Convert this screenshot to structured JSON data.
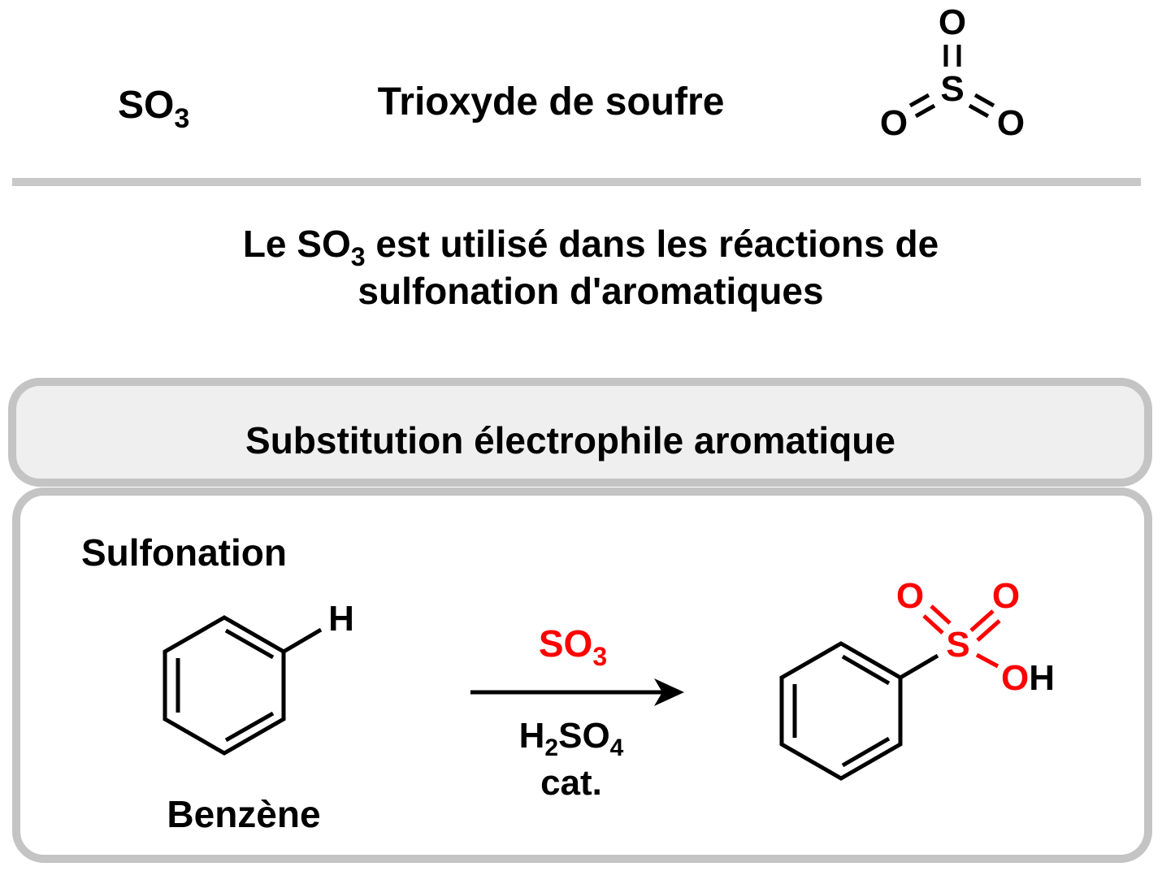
{
  "header": {
    "formula": {
      "main": "SO",
      "sub": "3"
    },
    "name": "Trioxyde de soufre",
    "structure_atoms": {
      "sulfur": "S",
      "oxygen": "O"
    }
  },
  "description": {
    "line1_a": "Le SO",
    "line1_sub": "3",
    "line1_b": " est utilisé dans les réactions de",
    "line2": "sulfonation d'aromatiques"
  },
  "panel": {
    "title": "Substitution électrophile aromatique",
    "reaction_name": "Sulfonation",
    "reactant": {
      "label": "Benzène",
      "h_atom": "H"
    },
    "reagent": {
      "main": "SO",
      "sub": "3"
    },
    "catalyst": {
      "h": "H",
      "h_sub": "2",
      "so": "SO",
      "so_sub": "4",
      "line2": "cat."
    },
    "product_atoms": {
      "sulfur": "S",
      "oxygen": "O",
      "hydroxyl_o": "O",
      "hydroxyl_h": "H"
    }
  },
  "colors": {
    "highlight": "#ff0000",
    "border": "#c4c4c4",
    "header_fill": "#efefef"
  }
}
